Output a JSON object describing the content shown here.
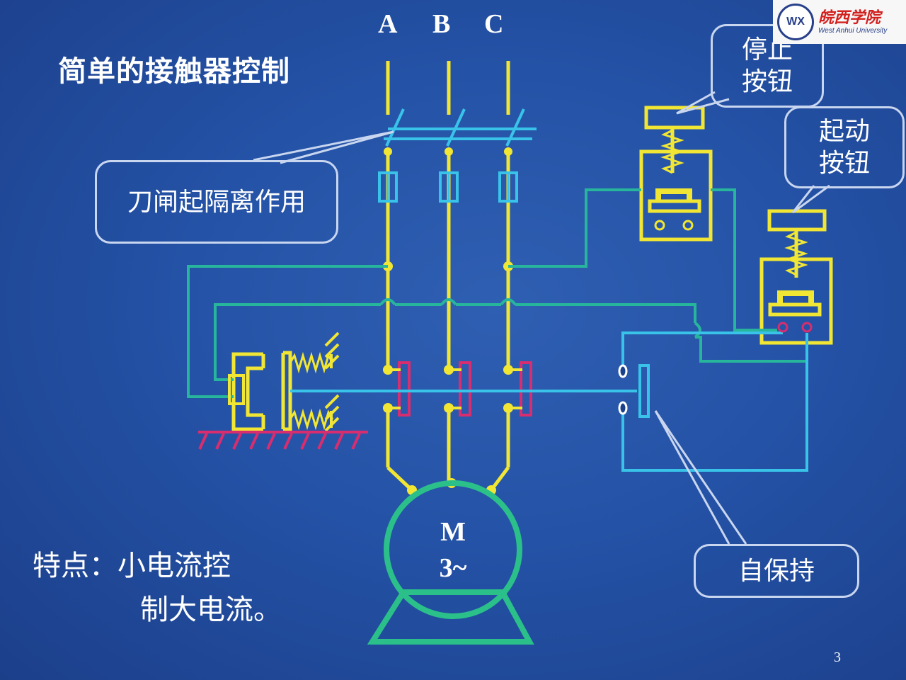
{
  "title": "简单的接触器控制",
  "phases": [
    "A",
    "B",
    "C"
  ],
  "callouts": {
    "knife_switch": "刀闸起隔离作用",
    "stop_button": [
      "停止",
      "按钮"
    ],
    "start_button": [
      "起动",
      "按钮"
    ],
    "self_hold": "自保持"
  },
  "motor": {
    "line1": "M",
    "line2": "3~"
  },
  "feature": {
    "line1": "特点：小电流控",
    "line2": "制大电流。"
  },
  "page_number": "3",
  "logo": {
    "chinese": "皖西学院",
    "english": "West Anhui University",
    "seal": "WX"
  },
  "colors": {
    "power_wire": "#f1e634",
    "control_wire": "#27b59c",
    "aux_wire": "#39c3e8",
    "contact_pink": "#d82d6e",
    "callout_border": "#c9d6ef",
    "motor_green": "#2bc08a"
  }
}
